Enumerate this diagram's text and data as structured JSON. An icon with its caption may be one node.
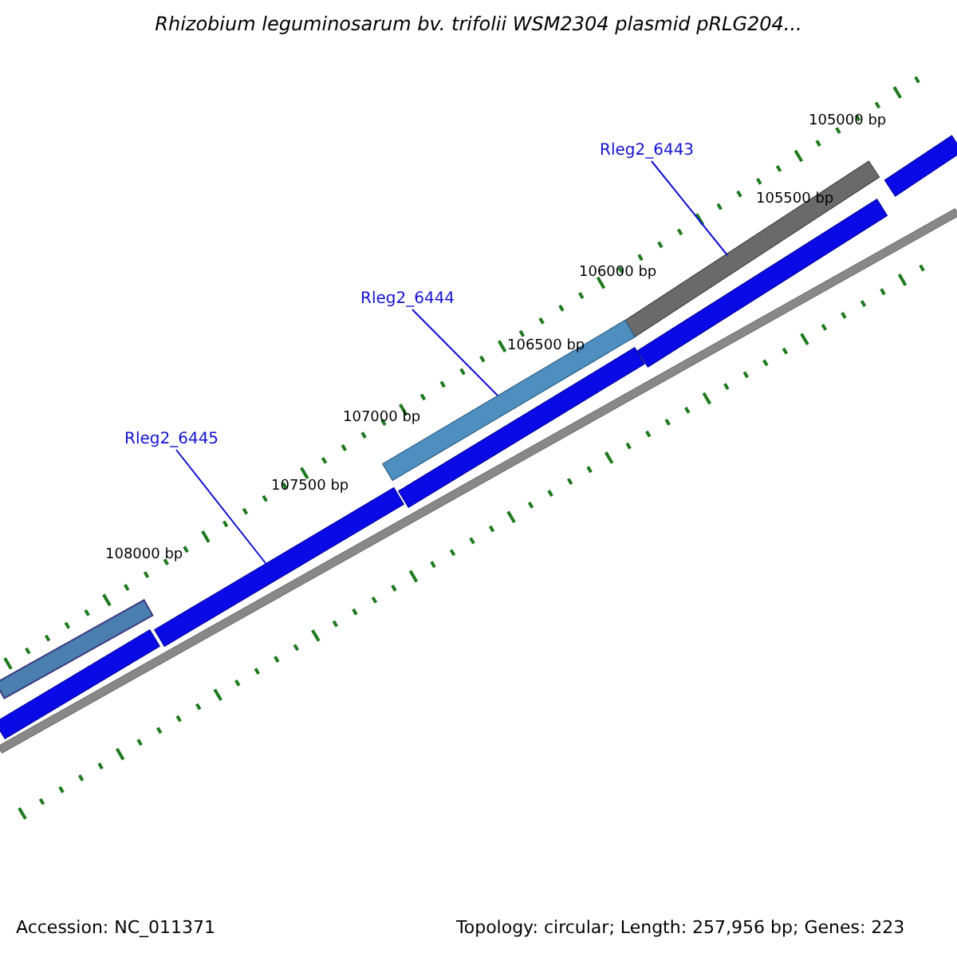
{
  "diagram": {
    "title": "Rhizobium leguminosarum bv. trifolii WSM2304 plasmid pRLG204...",
    "nodes": [
      {
        "text": [
          "Rleg2_6443"
        ]
      },
      {
        "text": [],
        "shape": "bar"
      },
      {
        "text": [
          "Rleg2_6444"
        ]
      },
      {
        "text": [],
        "shape": "bar"
      },
      {
        "text": [
          "Rleg2_6445"
        ]
      },
      {
        "text": [],
        "shape": "bar"
      },
      {
        "text": [],
        "shape": "bar"
      },
      {
        "text": [],
        "shape": "bar"
      },
      {
        "text": [],
        "shape": "bar"
      },
      {
        "text": [],
        "shape": "bar"
      },
      {
        "text": [],
        "shape": "bar"
      }
    ],
    "edges": [
      {
        "from": 0,
        "to": 1,
        "arrow": "none"
      },
      {
        "from": 2,
        "to": 3,
        "arrow": "none"
      },
      {
        "from": 4,
        "to": 5,
        "arrow": "none"
      }
    ],
    "labels": [
      "105000 bp",
      "105500 bp",
      "106000 bp",
      "106500 bp",
      "107000 bp",
      "107500 bp",
      "108000 bp",
      "Accession: NC_011371",
      "Topology: circular; Length: 257,956 bp; Genes: 223"
    ]
  }
}
